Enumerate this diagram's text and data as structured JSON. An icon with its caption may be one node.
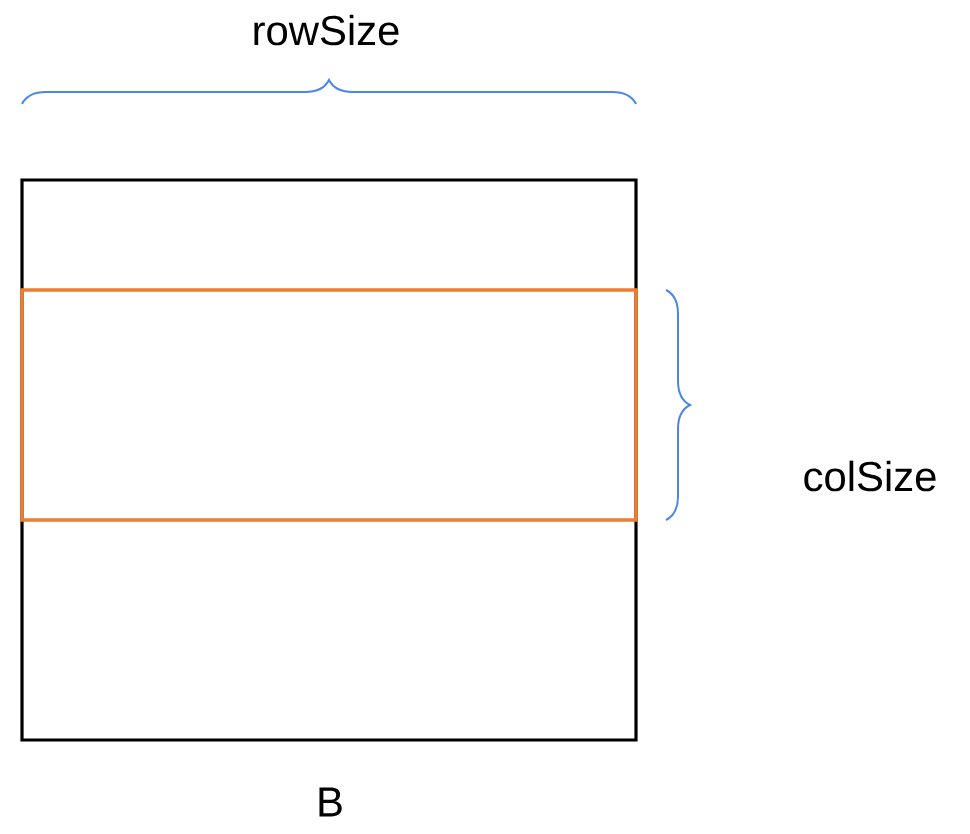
{
  "diagram": {
    "nodes": [
      {
        "text": [],
        "shape": "box"
      },
      {
        "text": [],
        "shape": "box",
        "in": 0
      }
    ],
    "labels": [
      "rowSize",
      "colSize",
      "B"
    ]
  }
}
